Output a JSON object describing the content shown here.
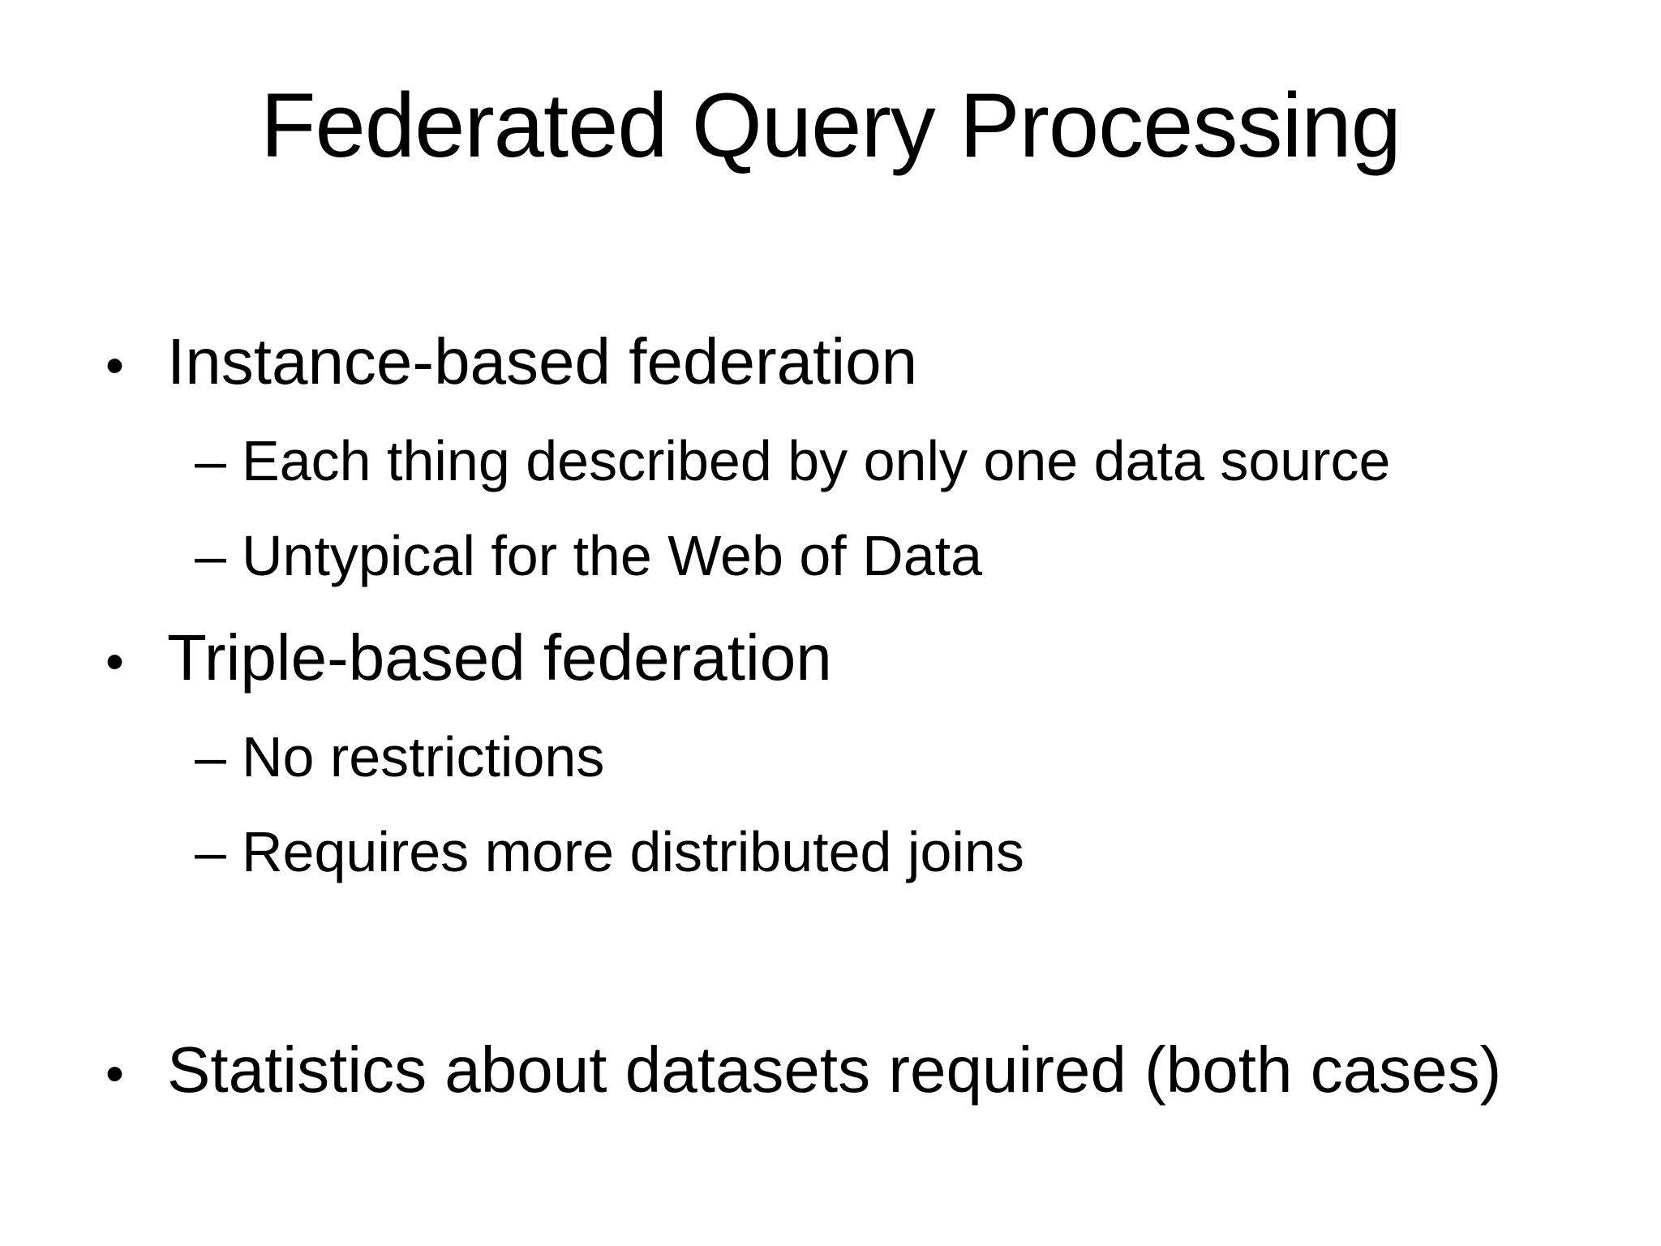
{
  "slide": {
    "title": "Federated Query Processing",
    "markers": {
      "level1": "•",
      "level2": "–"
    },
    "bullets": [
      {
        "level": 1,
        "text": "Instance-based federation"
      },
      {
        "level": 2,
        "text": "Each thing described by only one data source"
      },
      {
        "level": 2,
        "text": "Untypical for the Web of Data"
      },
      {
        "level": 1,
        "text": "Triple-based federation"
      },
      {
        "level": 2,
        "text": "No restrictions"
      },
      {
        "level": 2,
        "text": "Requires more distributed joins"
      },
      {
        "level": 1,
        "text": "Statistics about datasets required (both cases)"
      }
    ],
    "colors": {
      "background": "#ffffff",
      "text": "#000000"
    }
  }
}
